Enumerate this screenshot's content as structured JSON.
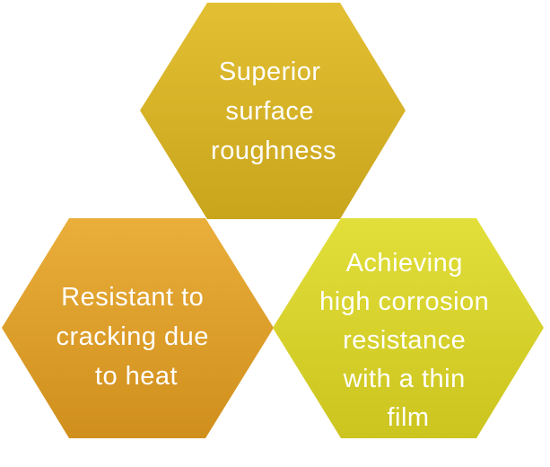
{
  "hexagons": [
    {
      "id": "top",
      "lines": [
        "Superior",
        "surface",
        "roughness"
      ],
      "color_light": "#e3bf33",
      "color_dark": "#c9a51c"
    },
    {
      "id": "left",
      "lines": [
        "Resistant to",
        "cracking due",
        "to heat"
      ],
      "color_light": "#eaae3a",
      "color_dark": "#d08f1c"
    },
    {
      "id": "right",
      "lines": [
        "Achieving",
        "high corrosion",
        "resistance",
        "with a thin",
        "film"
      ],
      "color_light": "#e2df3a",
      "color_dark": "#ccc41f"
    }
  ]
}
